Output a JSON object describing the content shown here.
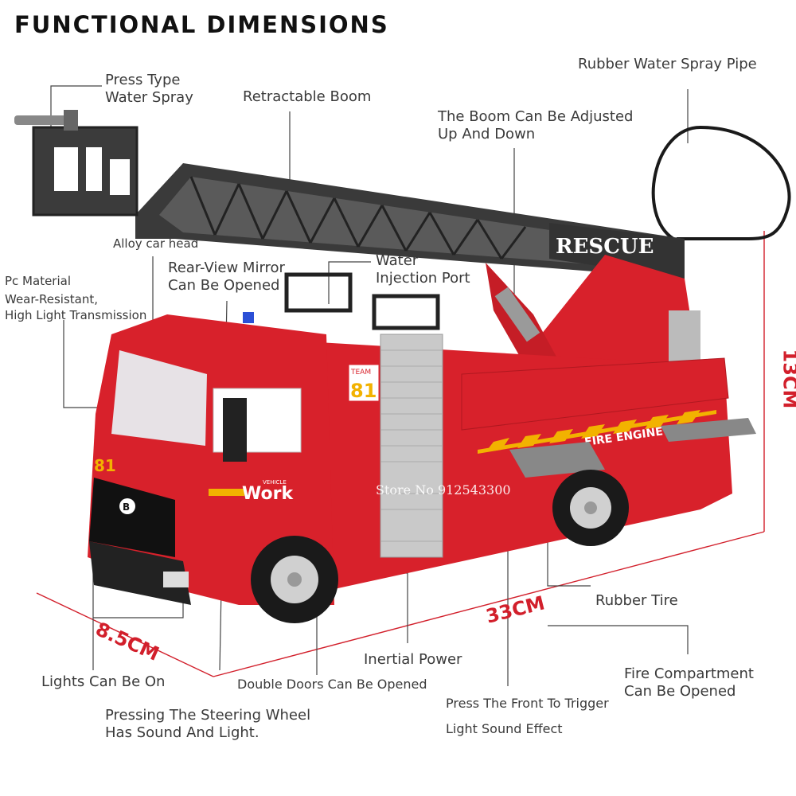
{
  "title": "FUNCTIONAL DIMENSIONS",
  "labels": {
    "press_type_1": "Press Type",
    "press_type_2": "Water Spray",
    "retractable_boom": "Retractable Boom",
    "rubber_pipe": "Rubber Water Spray Pipe",
    "boom_adjust_1": "The Boom Can Be Adjusted",
    "boom_adjust_2": "Up And Down",
    "alloy_head": "Alloy car head",
    "pc_material": "Pc Material",
    "wear_1": "Wear-Resistant,",
    "wear_2": "High Light Transmission",
    "mirror_1": "Rear-View Mirror",
    "mirror_2": "Can Be Opened",
    "water_port_1": "Water",
    "water_port_2": "Injection Port",
    "rubber_tire": "Rubber Tire",
    "inertial_power": "Inertial Power",
    "fire_comp_1": "Fire Compartment",
    "fire_comp_2": "Can Be Opened",
    "lights_on": "Lights Can Be On",
    "double_doors": "Double Doors Can Be Opened",
    "press_front_1": "Press The Front To Trigger",
    "press_front_2": "Light Sound Effect",
    "steering_1": "Pressing The Steering Wheel",
    "steering_2": "Has Sound And Light."
  },
  "dimensions": {
    "height": "13CM",
    "length": "33CM",
    "width": "8.5CM"
  },
  "truck_text": {
    "rescue": "RESCUE",
    "team": "TEAM",
    "team_number": "81",
    "cab_number": "81",
    "work": "Work",
    "vehicle": "VEHICLE",
    "engine": "FIRE ENGINE"
  },
  "watermark": "Store No 912543300",
  "colors": {
    "truck_red": "#d8212b",
    "dimension_red": "#d21f2b",
    "boom_dark": "#2a2a2a",
    "accent_yellow": "#f2b200"
  }
}
